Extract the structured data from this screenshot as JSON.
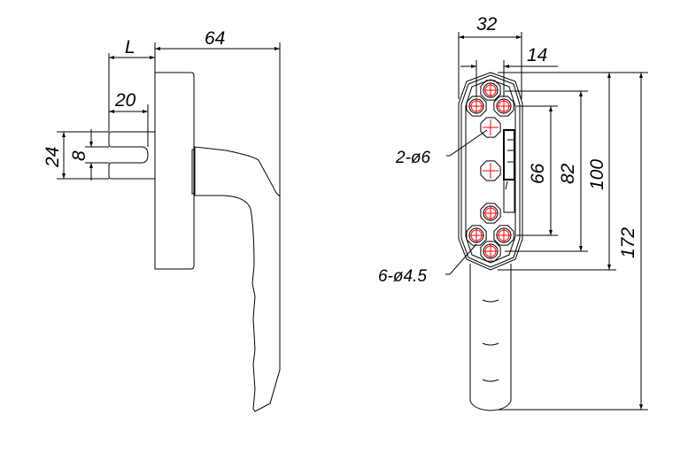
{
  "drawing": {
    "side_view": {
      "dimensions": {
        "overall_depth": "64",
        "spindle_length": "L",
        "slot_depth": "20",
        "spindle_height": "24",
        "slot_width": "8"
      }
    },
    "front_view": {
      "dimensions": {
        "width": "32",
        "hole_offset": "14",
        "inner_hole_spacing": "66",
        "outer_hole_spacing": "82",
        "rosette_length": "100",
        "overall_length": "172"
      },
      "callouts": {
        "large_holes": "2-ø6",
        "small_holes": "6-ø4.5"
      }
    },
    "colors": {
      "line": "#000000",
      "center_mark": "#ff0000"
    }
  }
}
